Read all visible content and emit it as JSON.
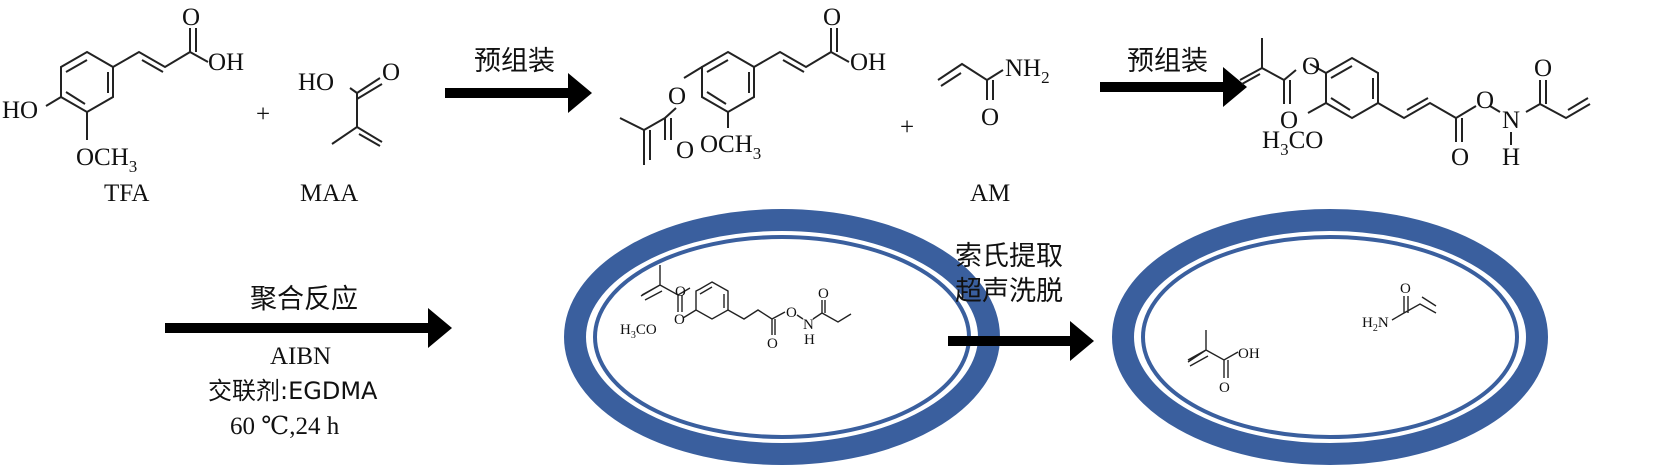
{
  "colors": {
    "ring": "#3a5f9e",
    "arrow": "#000000"
  },
  "reactants": {
    "tfa": {
      "label": "TFA",
      "oh_acid": "OH",
      "o_carbonyl": "O",
      "ho_phenol": "HO",
      "methoxy": "OCH",
      "sub3": "3"
    },
    "plus1": "+",
    "maa": {
      "label": "MAA",
      "ho": "HO",
      "o": "O"
    }
  },
  "step1": {
    "label": "预组装"
  },
  "intermediate": {
    "oh": "OH",
    "o_top": "O",
    "o_ester": "O",
    "o_carbonyl": "O",
    "methoxy": "OCH",
    "sub3": "3"
  },
  "plus2": "+",
  "am": {
    "label": "AM",
    "nh": "NH",
    "sub2": "2",
    "o": "O"
  },
  "step2": {
    "label": "预组装"
  },
  "complex": {
    "o_ester": "O",
    "o_carbonyl": "O",
    "h3co_h": "H",
    "h3co_3": "3",
    "h3co_co": "CO",
    "o_bottom": "O",
    "o_link": "O",
    "n": "N",
    "h": "H",
    "o_amide": "O"
  },
  "step3": {
    "label": "聚合反应",
    "initiator": "AIBN",
    "crosslinker": "交联剂:EGDMA",
    "conditions": "60 ℃,24 h"
  },
  "step4": {
    "line1": "索氏提取",
    "line2": "超声洗脱"
  },
  "imprinted": {
    "oh": "OH",
    "o_maa": "O",
    "h2n_h": "H",
    "h2n_2": "2",
    "h2n_n": "N",
    "o_am": "O"
  }
}
